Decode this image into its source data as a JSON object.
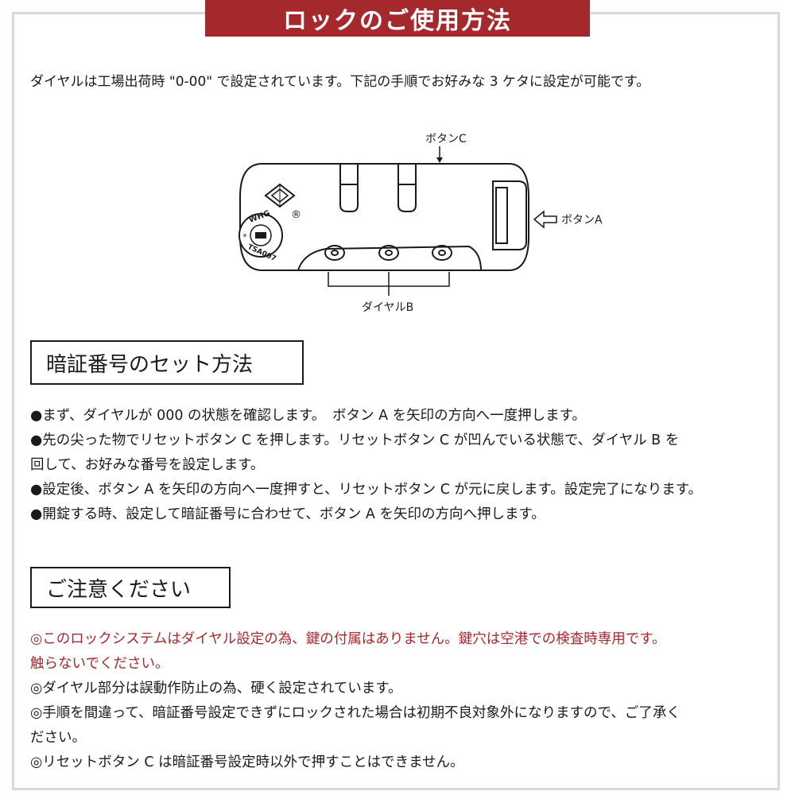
{
  "title": "ロックのご使用方法",
  "intro": "ダイヤルは工場出荷時 \"0-00\" で設定されています。下記の手順でお好みな 3 ケタに設定が可能です。",
  "diagram": {
    "button_c": "ボタンC",
    "button_a": "ボタンA",
    "dial_b": "ダイヤルB",
    "badge_top": "WHG",
    "badge_bottom": "TSA007",
    "registered": "®"
  },
  "section1": {
    "heading": "暗証番号のセット方法",
    "items": [
      "●まず、ダイヤルが 000 の状態を確認します。　ボタン A を矢印の方向へ一度押します。",
      "●先の尖った物でリセットボタン C を押します。リセットボタン C が凹んでいる状態で、ダイヤル B を\n回して、お好みな番号を設定します。",
      "●設定後、ボタン A を矢印の方向へ一度押すと、リセットボタン C が元に戻します。設定完了になります。",
      "●開錠する時、設定して暗証番号に合わせて、ボタン A を矢印の方向へ押します。"
    ]
  },
  "section2": {
    "heading": "ご注意ください",
    "items": [
      "◎このロックシステムはダイヤル設定の為、鍵の付属はありません。鍵穴は空港での検査時専用です。\n触らないでください。",
      "◎ダイヤル部分は誤動作防止の為、硬く設定されています。",
      "◎手順を間違って、暗証番号設定できずにロックされた場合は初期不良対象外になりますので、ご了承く\nださい。",
      "◎リセットボタン C は暗証番号設定時以外で押すことはできません。"
    ]
  },
  "colors": {
    "accent": "#a5282d",
    "frame": "#d8d8d8",
    "text": "#1a1a1a"
  }
}
